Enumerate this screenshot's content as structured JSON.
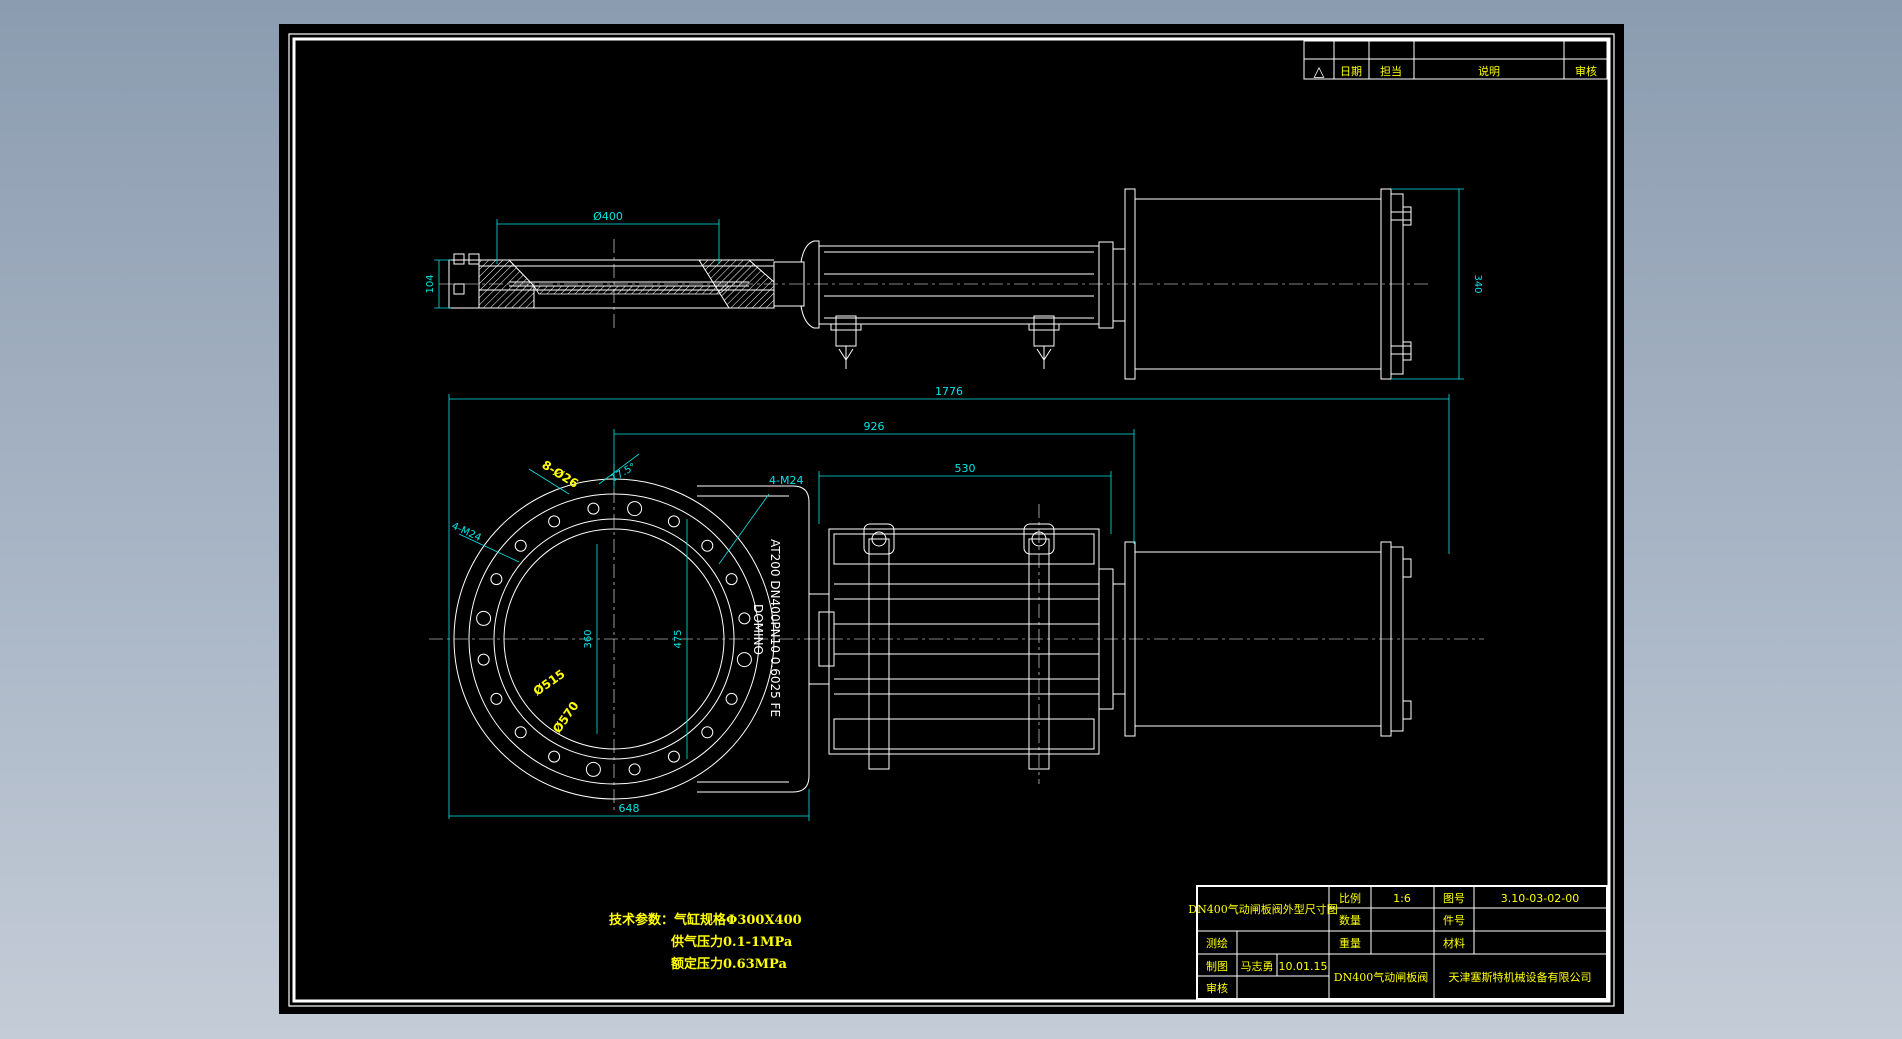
{
  "colors": {
    "background": "#000000",
    "frame": "#ffffff",
    "outline": "#ffffff",
    "dimension": "#00e5e5",
    "label": "#ffff00"
  },
  "revision_table": {
    "symbol": "△",
    "headers": [
      "日期",
      "担当",
      "说明",
      "审核"
    ]
  },
  "top_view": {
    "dims": {
      "bore": "Ø400",
      "height": "104",
      "cylinder": "340"
    }
  },
  "front_view": {
    "dims": {
      "overall": "1776",
      "to_cylinder": "926",
      "stroke": "530",
      "width": "648",
      "inner_height": "360",
      "outer_height": "475"
    },
    "callouts": {
      "bolt_holes": "8-Ø26",
      "angle": "17.5°",
      "tap_left": "4-M24",
      "tap_top": "4-M24",
      "pcd_inner": "Ø515",
      "pcd_outer": "Ø570"
    },
    "plate": [
      "AT200  DN400PN10  0.6025  FE",
      "DOMINO"
    ]
  },
  "tech_params": {
    "line1": "技术参数：气缸规格Φ300X400",
    "line2": "供气压力0.1-1MPa",
    "line3": "额定压力0.63MPa"
  },
  "title_block": {
    "drawing_title": "DN400气动闸板阀外型尺寸图",
    "scale_label": "比例",
    "scale": "1:6",
    "drawing_no_label": "图号",
    "drawing_no": "3.10-03-02-00",
    "qty_label": "数量",
    "part_no_label": "件号",
    "surveyor_label": "测绘",
    "weight_label": "重量",
    "material_label": "材料",
    "drafter_label": "制图",
    "drafter": "马志勇",
    "date": "10.01.15",
    "reviewer_label": "审核",
    "product": "DN400气动闸板阀",
    "company": "天津塞斯特机械设备有限公司"
  }
}
